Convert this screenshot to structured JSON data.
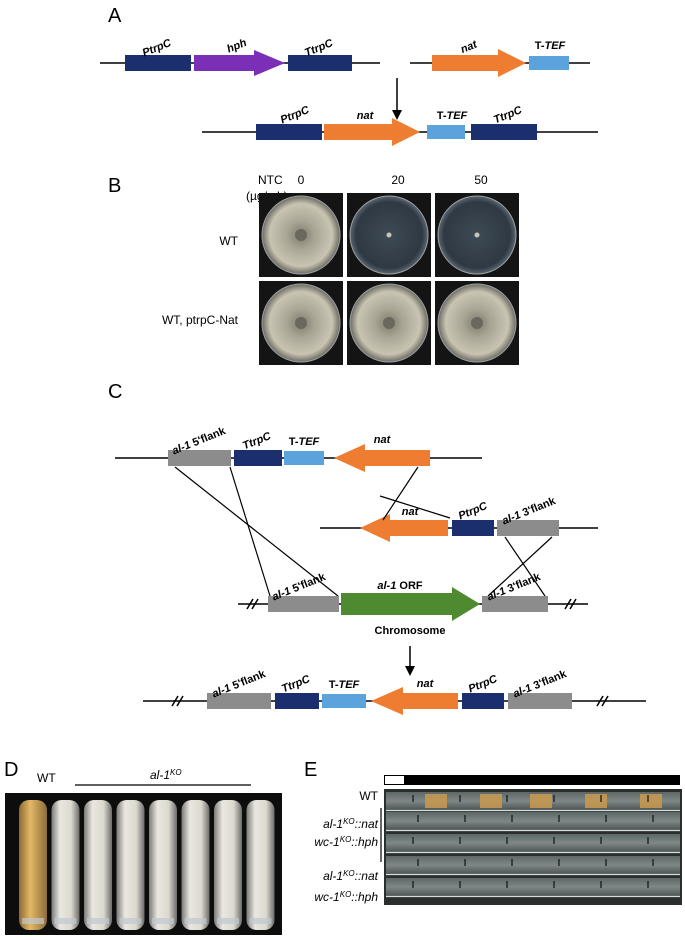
{
  "colors": {
    "navy": "#1b2f6e",
    "purple": "#7a2fb6",
    "orange": "#ee7d31",
    "lightblue": "#5aa3dc",
    "gray": "#8c8c8c",
    "green": "#4e8a2f"
  },
  "panels": {
    "a": "A",
    "b": "B",
    "c": "C",
    "d": "D",
    "e": "E"
  },
  "panelA": {
    "ptrpc": "PtrpC",
    "hph": "hph",
    "ttrpc": "TtrpC",
    "nat": "nat",
    "ttef_prefix": "T-",
    "ttef_italic": "TEF"
  },
  "panelB": {
    "ntc_label": "NTC",
    "unit_label": "(µg/mL)",
    "concentrations": [
      "0",
      "20",
      "50"
    ],
    "rows": [
      "WT",
      "WT, ptrpC-Nat"
    ],
    "growth": [
      [
        1,
        0,
        0
      ],
      [
        1,
        1,
        1
      ]
    ]
  },
  "panelC": {
    "al1": "al-1",
    "flank5": " 5'flank",
    "flank3": " 3'flank",
    "orf": " ORF",
    "chromosome": "Chromosome"
  },
  "panelD": {
    "wt": "WT",
    "ko_base": "al-1",
    "ko_sup": "KO"
  },
  "panelE": {
    "wt": "WT",
    "row1_gene": "al-1",
    "row1_sup": "KO",
    "row1_suffix": "::nat",
    "row2_gene": "wc-1",
    "row2_sup": "KO",
    "row2_suffix": "::hph"
  }
}
